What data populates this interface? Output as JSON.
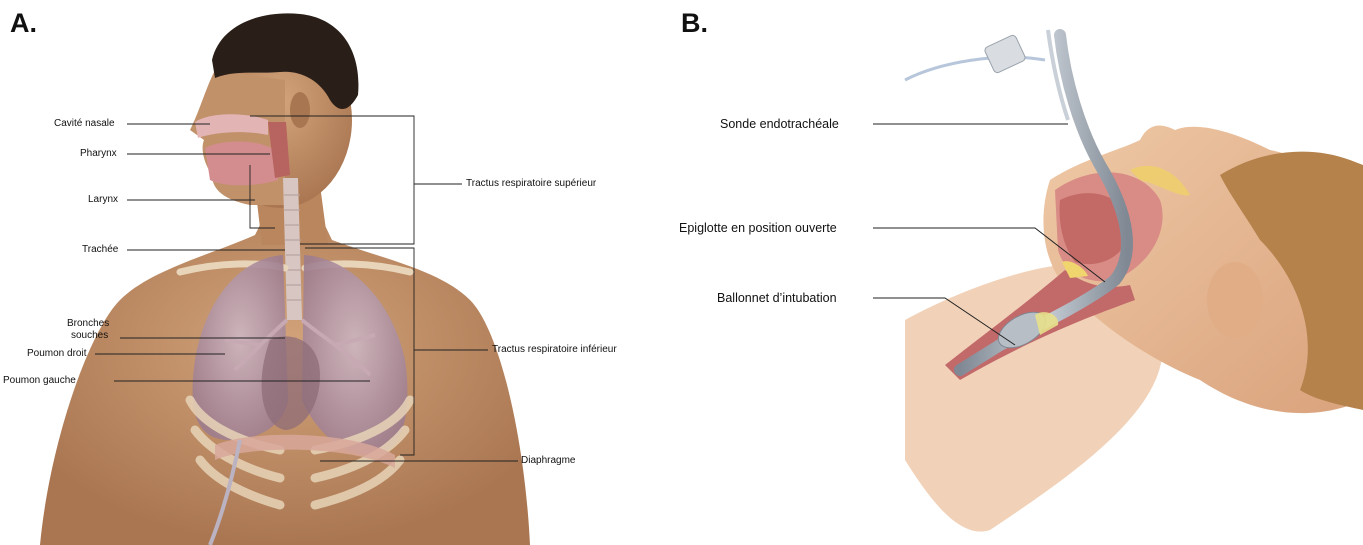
{
  "panel_a": {
    "letter": "A.",
    "labels": {
      "nasal_cavity": "Cavité nasale",
      "pharynx": "Pharynx",
      "larynx": "Larynx",
      "trachea": "Trachée",
      "main_bronchi_line1": "Bronches",
      "main_bronchi_line2": "souches",
      "right_lung": "Poumon droit",
      "left_lung": "Poumon gauche",
      "upper_tract": "Tractus respiratoire supérieur",
      "lower_tract": "Tractus respiratoire inférieur",
      "diaphragm": "Diaphragme"
    }
  },
  "panel_b": {
    "letter": "B.",
    "labels": {
      "endotracheal_tube": "Sonde endotrachéale",
      "epiglottis": "Epiglotte en position ouverte",
      "cuff": "Ballonnet d’intubation"
    }
  },
  "colors": {
    "skin": "#c99a72",
    "skin_shadow": "#a87650",
    "hair": "#2a1f18",
    "lung": "#b79aa8",
    "airway": "#d7b2b5",
    "tube": "#9aa3ad",
    "line": "#222222"
  }
}
